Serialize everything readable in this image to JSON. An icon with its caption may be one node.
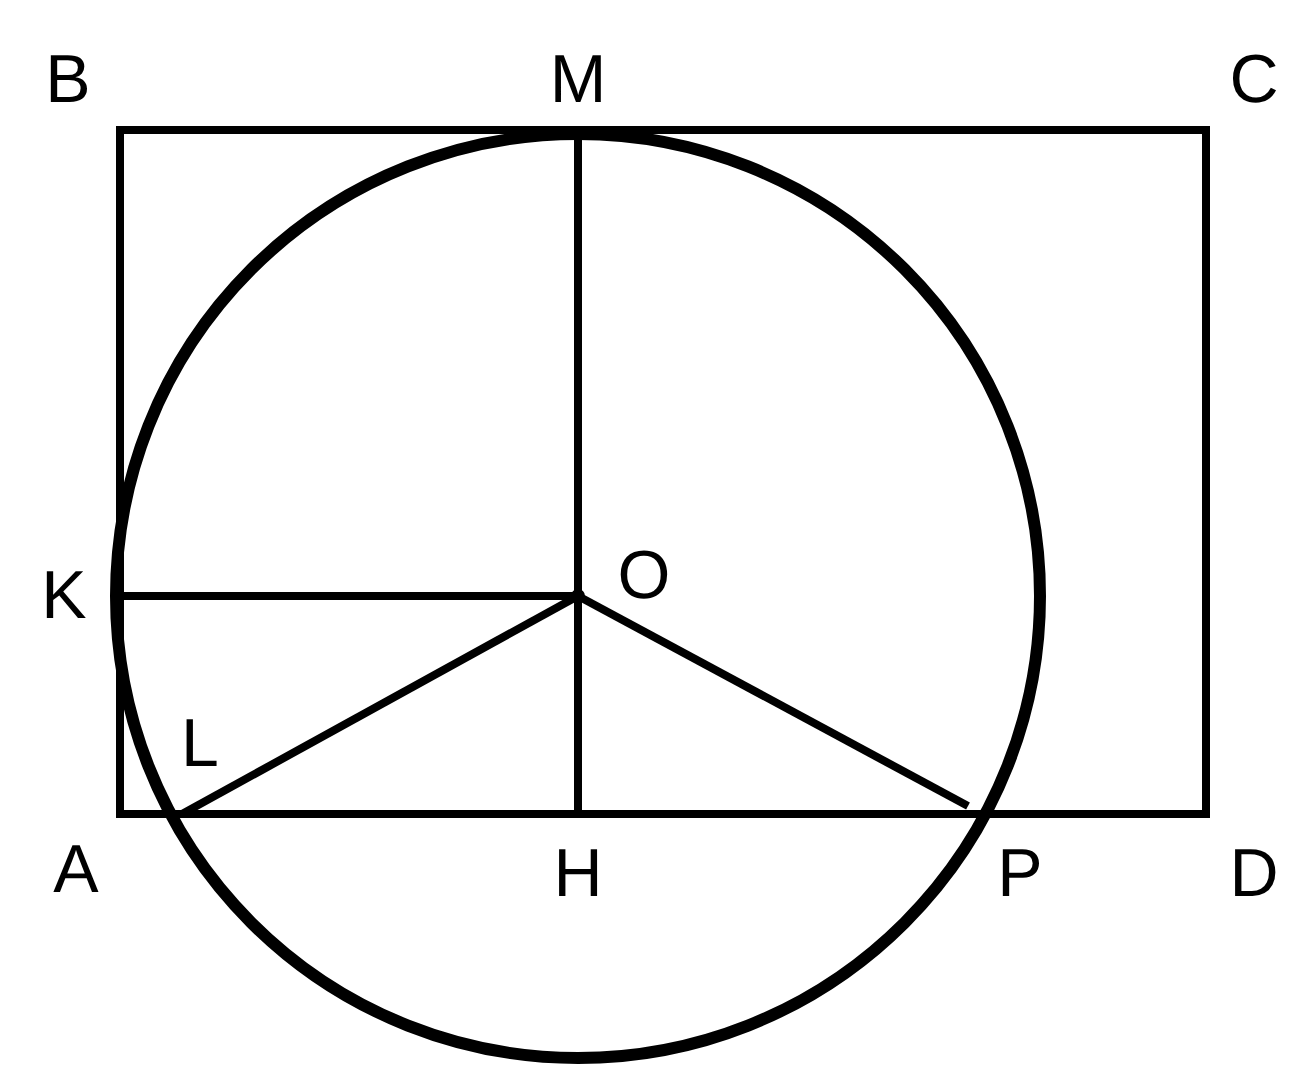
{
  "diagram": {
    "labels": [
      "B",
      "M",
      "C",
      "K",
      "O",
      "L",
      "A",
      "H",
      "P",
      "D"
    ]
  }
}
